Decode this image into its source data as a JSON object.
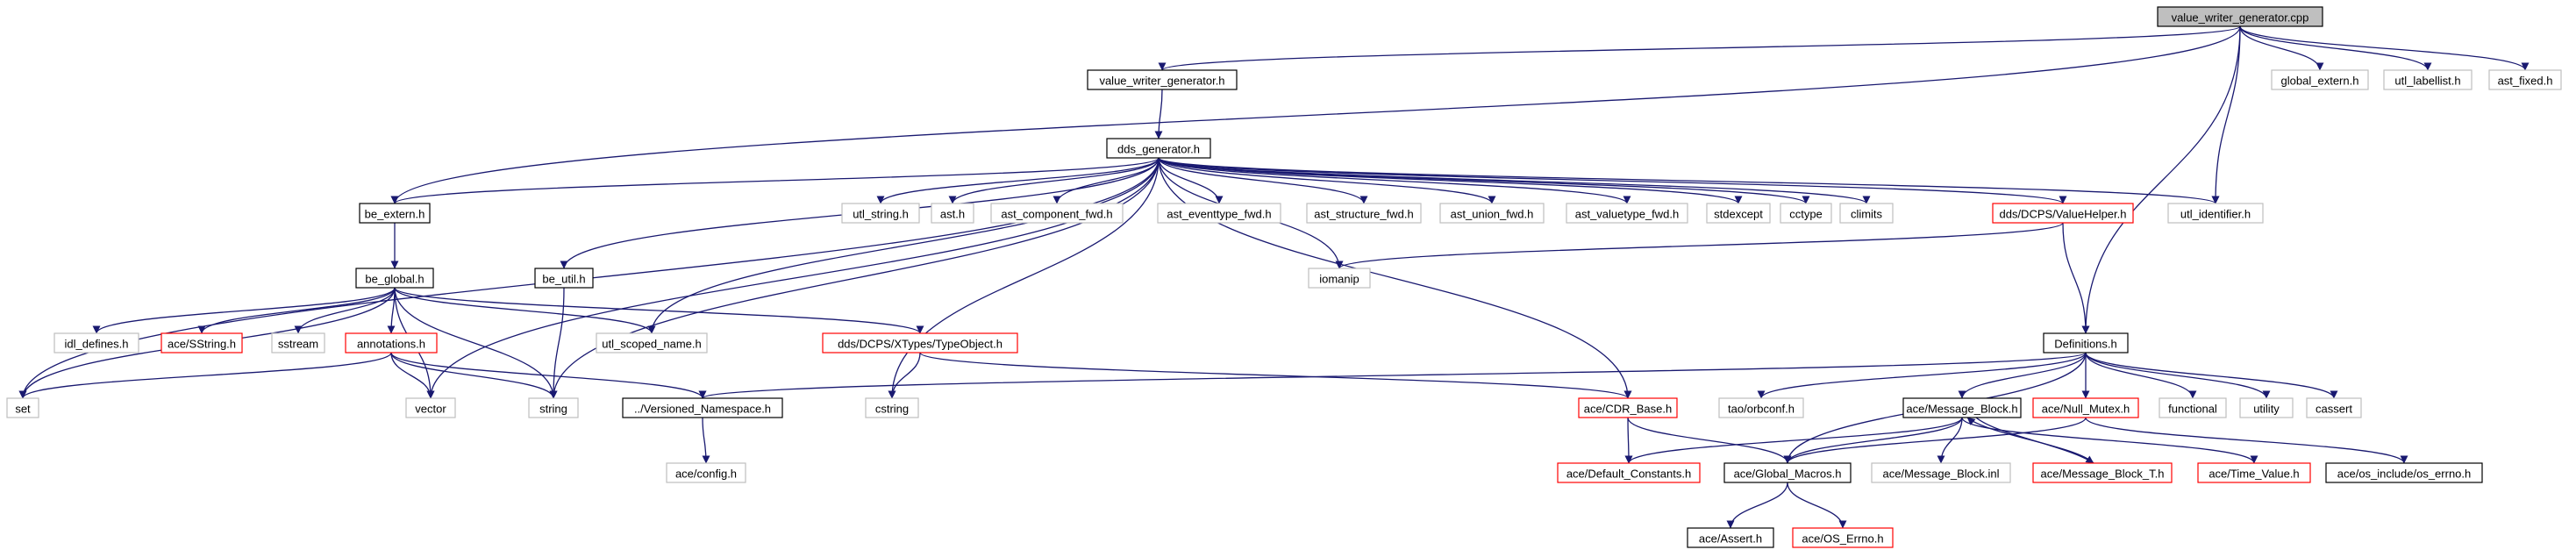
{
  "colors": {
    "background": "#ffffff",
    "edge": "#191970",
    "focus_fill": "#bfbfbf",
    "border_documented": "#000000",
    "border_truncated": "#ff0000",
    "border_external": "#bfbfbf"
  },
  "nodes": [
    {
      "id": "value_writer_generator_cpp",
      "label": "value_writer_generator.cpp",
      "kind": "focus"
    },
    {
      "id": "value_writer_generator_h",
      "label": "value_writer_generator.h",
      "kind": "documented"
    },
    {
      "id": "global_extern_h",
      "label": "global_extern.h",
      "kind": "external"
    },
    {
      "id": "utl_labellist_h",
      "label": "utl_labellist.h",
      "kind": "external"
    },
    {
      "id": "ast_fixed_h",
      "label": "ast_fixed.h",
      "kind": "external"
    },
    {
      "id": "dds_generator_h",
      "label": "dds_generator.h",
      "kind": "documented"
    },
    {
      "id": "be_extern_h",
      "label": "be_extern.h",
      "kind": "documented"
    },
    {
      "id": "utl_string_h",
      "label": "utl_string.h",
      "kind": "external"
    },
    {
      "id": "ast_h",
      "label": "ast.h",
      "kind": "external"
    },
    {
      "id": "ast_component_fwd_h",
      "label": "ast_component_fwd.h",
      "kind": "external"
    },
    {
      "id": "ast_eventtype_fwd_h",
      "label": "ast_eventtype_fwd.h",
      "kind": "external"
    },
    {
      "id": "ast_structure_fwd_h",
      "label": "ast_structure_fwd.h",
      "kind": "external"
    },
    {
      "id": "ast_union_fwd_h",
      "label": "ast_union_fwd.h",
      "kind": "external"
    },
    {
      "id": "ast_valuetype_fwd_h",
      "label": "ast_valuetype_fwd.h",
      "kind": "external"
    },
    {
      "id": "stdexcept",
      "label": "stdexcept",
      "kind": "external"
    },
    {
      "id": "cctype",
      "label": "cctype",
      "kind": "external"
    },
    {
      "id": "climits",
      "label": "climits",
      "kind": "external"
    },
    {
      "id": "valuehelper_h",
      "label": "dds/DCPS/ValueHelper.h",
      "kind": "truncated"
    },
    {
      "id": "utl_identifier_h",
      "label": "utl_identifier.h",
      "kind": "external"
    },
    {
      "id": "be_global_h",
      "label": "be_global.h",
      "kind": "documented"
    },
    {
      "id": "be_util_h",
      "label": "be_util.h",
      "kind": "documented"
    },
    {
      "id": "iomanip",
      "label": "iomanip",
      "kind": "external"
    },
    {
      "id": "idl_defines_h",
      "label": "idl_defines.h",
      "kind": "external"
    },
    {
      "id": "sstring_h",
      "label": "ace/SString.h",
      "kind": "truncated"
    },
    {
      "id": "sstream",
      "label": "sstream",
      "kind": "external"
    },
    {
      "id": "annotations_h",
      "label": "annotations.h",
      "kind": "truncated"
    },
    {
      "id": "utl_scoped_name_h",
      "label": "utl_scoped_name.h",
      "kind": "external"
    },
    {
      "id": "typeobject_h",
      "label": "dds/DCPS/XTypes/TypeObject.h",
      "kind": "truncated"
    },
    {
      "id": "definitions_h",
      "label": "Definitions.h",
      "kind": "documented"
    },
    {
      "id": "set",
      "label": "set",
      "kind": "external"
    },
    {
      "id": "vector",
      "label": "vector",
      "kind": "external"
    },
    {
      "id": "string",
      "label": "string",
      "kind": "external"
    },
    {
      "id": "versioned_namespace_h",
      "label": "../Versioned_Namespace.h",
      "kind": "documented"
    },
    {
      "id": "cstring",
      "label": "cstring",
      "kind": "external"
    },
    {
      "id": "cdr_base_h",
      "label": "ace/CDR_Base.h",
      "kind": "truncated"
    },
    {
      "id": "orbconf_h",
      "label": "tao/orbconf.h",
      "kind": "external"
    },
    {
      "id": "message_block_h",
      "label": "ace/Message_Block.h",
      "kind": "documented"
    },
    {
      "id": "null_mutex_h",
      "label": "ace/Null_Mutex.h",
      "kind": "truncated"
    },
    {
      "id": "functional",
      "label": "functional",
      "kind": "external"
    },
    {
      "id": "utility",
      "label": "utility",
      "kind": "external"
    },
    {
      "id": "cassert",
      "label": "cassert",
      "kind": "external"
    },
    {
      "id": "config_h",
      "label": "ace/config.h",
      "kind": "external"
    },
    {
      "id": "default_constants_h",
      "label": "ace/Default_Constants.h",
      "kind": "truncated"
    },
    {
      "id": "global_macros_h",
      "label": "ace/Global_Macros.h",
      "kind": "documented"
    },
    {
      "id": "message_block_inl",
      "label": "ace/Message_Block.inl",
      "kind": "external"
    },
    {
      "id": "message_block_t_h",
      "label": "ace/Message_Block_T.h",
      "kind": "truncated"
    },
    {
      "id": "time_value_h",
      "label": "ace/Time_Value.h",
      "kind": "truncated"
    },
    {
      "id": "os_errno_include_h",
      "label": "ace/os_include/os_errno.h",
      "kind": "documented"
    },
    {
      "id": "assert_h",
      "label": "ace/Assert.h",
      "kind": "documented"
    },
    {
      "id": "os_errno_h",
      "label": "ace/OS_Errno.h",
      "kind": "truncated"
    }
  ],
  "edges": [
    [
      "value_writer_generator_cpp",
      "value_writer_generator_h"
    ],
    [
      "value_writer_generator_cpp",
      "be_extern_h"
    ],
    [
      "value_writer_generator_cpp",
      "global_extern_h"
    ],
    [
      "value_writer_generator_cpp",
      "utl_labellist_h"
    ],
    [
      "value_writer_generator_cpp",
      "ast_fixed_h"
    ],
    [
      "value_writer_generator_cpp",
      "utl_identifier_h"
    ],
    [
      "value_writer_generator_cpp",
      "definitions_h"
    ],
    [
      "value_writer_generator_h",
      "dds_generator_h"
    ],
    [
      "dds_generator_h",
      "be_extern_h"
    ],
    [
      "dds_generator_h",
      "set"
    ],
    [
      "dds_generator_h",
      "utl_string_h"
    ],
    [
      "dds_generator_h",
      "ast_h"
    ],
    [
      "dds_generator_h",
      "ast_component_fwd_h"
    ],
    [
      "dds_generator_h",
      "ast_eventtype_fwd_h"
    ],
    [
      "dds_generator_h",
      "ast_structure_fwd_h"
    ],
    [
      "dds_generator_h",
      "ast_union_fwd_h"
    ],
    [
      "dds_generator_h",
      "ast_valuetype_fwd_h"
    ],
    [
      "dds_generator_h",
      "stdexcept"
    ],
    [
      "dds_generator_h",
      "cctype"
    ],
    [
      "dds_generator_h",
      "climits"
    ],
    [
      "dds_generator_h",
      "valuehelper_h"
    ],
    [
      "dds_generator_h",
      "utl_identifier_h"
    ],
    [
      "dds_generator_h",
      "be_util_h"
    ],
    [
      "dds_generator_h",
      "utl_scoped_name_h"
    ],
    [
      "dds_generator_h",
      "iomanip"
    ],
    [
      "dds_generator_h",
      "vector"
    ],
    [
      "dds_generator_h",
      "string"
    ],
    [
      "dds_generator_h",
      "cstring"
    ],
    [
      "dds_generator_h",
      "cdr_base_h"
    ],
    [
      "be_extern_h",
      "be_global_h"
    ],
    [
      "be_global_h",
      "set"
    ],
    [
      "be_global_h",
      "idl_defines_h"
    ],
    [
      "be_global_h",
      "sstring_h"
    ],
    [
      "be_global_h",
      "sstream"
    ],
    [
      "be_global_h",
      "annotations_h"
    ],
    [
      "be_global_h",
      "utl_scoped_name_h"
    ],
    [
      "be_global_h",
      "typeobject_h"
    ],
    [
      "be_global_h",
      "string"
    ],
    [
      "be_global_h",
      "vector"
    ],
    [
      "be_util_h",
      "string"
    ],
    [
      "valuehelper_h",
      "iomanip"
    ],
    [
      "valuehelper_h",
      "definitions_h"
    ],
    [
      "annotations_h",
      "set"
    ],
    [
      "annotations_h",
      "vector"
    ],
    [
      "annotations_h",
      "string"
    ],
    [
      "annotations_h",
      "versioned_namespace_h"
    ],
    [
      "typeobject_h",
      "cstring"
    ],
    [
      "typeobject_h",
      "cdr_base_h"
    ],
    [
      "versioned_namespace_h",
      "config_h"
    ],
    [
      "definitions_h",
      "versioned_namespace_h"
    ],
    [
      "definitions_h",
      "orbconf_h"
    ],
    [
      "definitions_h",
      "message_block_h"
    ],
    [
      "definitions_h",
      "null_mutex_h"
    ],
    [
      "definitions_h",
      "functional"
    ],
    [
      "definitions_h",
      "utility"
    ],
    [
      "definitions_h",
      "cassert"
    ],
    [
      "definitions_h",
      "global_macros_h"
    ],
    [
      "cdr_base_h",
      "default_constants_h"
    ],
    [
      "cdr_base_h",
      "global_macros_h"
    ],
    [
      "message_block_h",
      "default_constants_h"
    ],
    [
      "message_block_h",
      "global_macros_h"
    ],
    [
      "message_block_h",
      "message_block_inl"
    ],
    [
      "message_block_h",
      "message_block_t_h"
    ],
    [
      "message_block_h",
      "time_value_h"
    ],
    [
      "message_block_t_h",
      "message_block_h"
    ],
    [
      "null_mutex_h",
      "global_macros_h"
    ],
    [
      "null_mutex_h",
      "os_errno_include_h"
    ],
    [
      "global_macros_h",
      "assert_h"
    ],
    [
      "global_macros_h",
      "os_errno_h"
    ]
  ]
}
